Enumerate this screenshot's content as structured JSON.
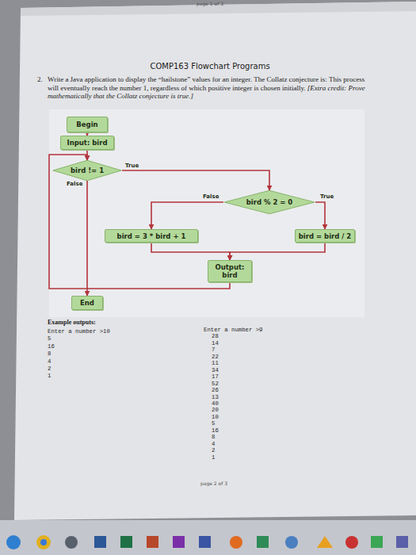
{
  "diagram": {
    "title": "COMP163 Flowchart Programs",
    "nodes": [
      {
        "text": [
          "Begin"
        ]
      },
      {
        "text": [
          "Input: bird"
        ]
      },
      {
        "text": [
          "bird != 1"
        ]
      },
      {
        "text": [
          "bird % 2 = 0"
        ]
      },
      {
        "text": [
          "bird = 3 * bird + 1"
        ]
      },
      {
        "text": [
          "bird = bird / 2"
        ]
      },
      {
        "text": [
          "Output: bird"
        ]
      },
      {
        "text": [
          "End"
        ]
      }
    ],
    "edges": [
      {
        "from": 0,
        "to": 1,
        "arrow": "to"
      },
      {
        "from": 1,
        "to": 2,
        "arrow": "to"
      },
      {
        "from": 2,
        "to": 3,
        "label": "True",
        "arrow": "to"
      },
      {
        "from": 3,
        "to": 4,
        "label": "False",
        "arrow": "to"
      },
      {
        "from": 3,
        "to": 5,
        "label": "True",
        "arrow": "to"
      },
      {
        "from": 4,
        "to": 6,
        "arrow": "to"
      },
      {
        "from": 5,
        "to": 6,
        "arrow": "to"
      },
      {
        "from": 6,
        "to": 2,
        "arrow": "to"
      },
      {
        "from": 2,
        "to": 7,
        "label": "False",
        "arrow": "to"
      }
    ],
    "labels": [
      "page 1 of 3",
      "2.",
      "Write a Java application to display the “hailstone” values for an integer. The Collatz conjecture is: This process will eventually reach the number 1, regardless of which positive integer is chosen initially.",
      "[Extra credit: Prove mathematically that the Collatz conjecture is true.]",
      "Example outputs:",
      "Enter a number >10",
      "5",
      "16",
      "8",
      "4",
      "2",
      "1",
      "Enter a number >9",
      "28",
      "14",
      "7",
      "22",
      "11",
      "34",
      "17",
      "52",
      "26",
      "13",
      "40",
      "20",
      "10",
      "5",
      "16",
      "8",
      "4",
      "2",
      "1",
      "page 2 of 3"
    ]
  }
}
